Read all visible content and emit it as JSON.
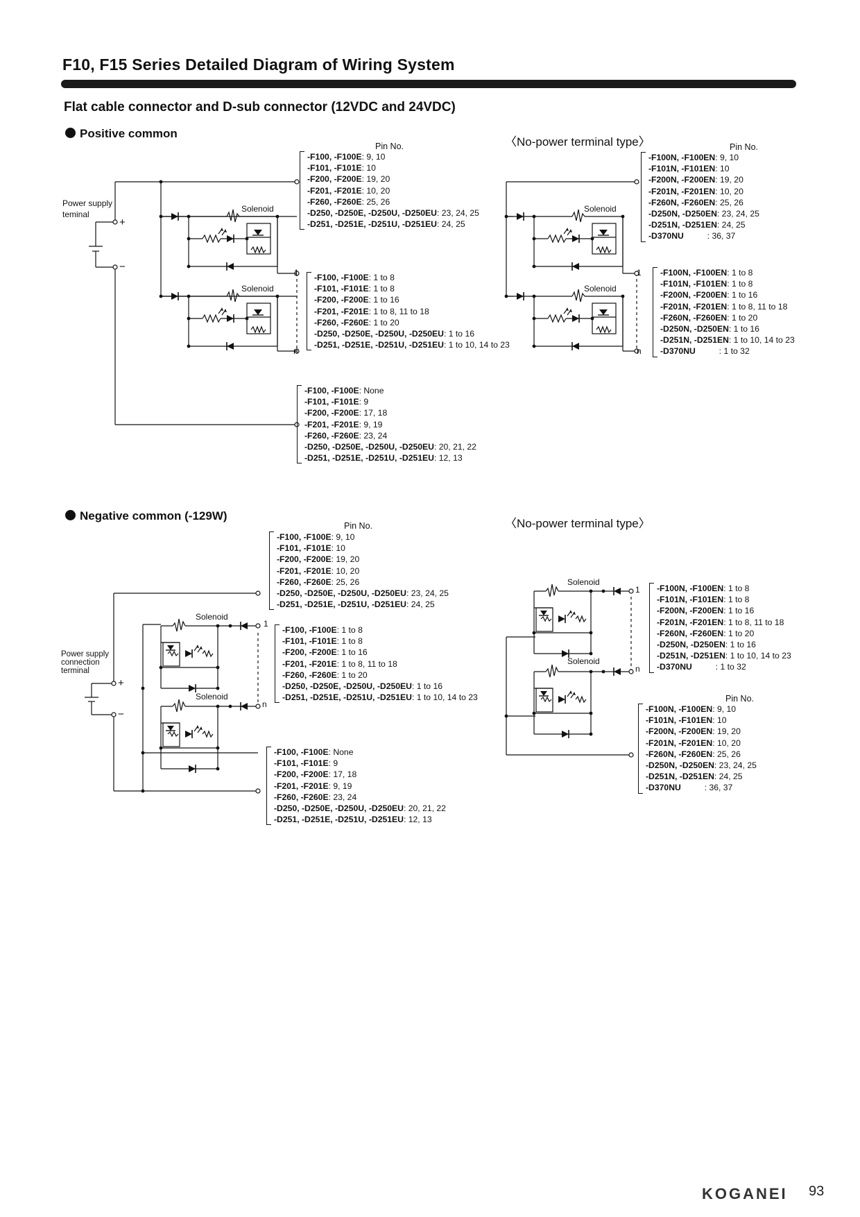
{
  "page": {
    "title": "F10, F15 Series Detailed Diagram of Wiring System",
    "subtitle": "Flat cable connector and D-sub connector (12VDC and 24VDC)",
    "brand": "KOGANEI",
    "page_number": "93"
  },
  "positive": {
    "heading": "Positive common",
    "no_power_heading": "〈No-power terminal type〉",
    "pin_no_label": "Pin No.",
    "supply_label_1": "Power supply",
    "supply_label_2": "teminal",
    "solenoid_label": "Solenoid",
    "plus": "+",
    "minus": "−",
    "term_1": "1",
    "term_n": "n",
    "left_top": [
      {
        "models": "-F100, -F100E",
        "pins": ": 9, 10"
      },
      {
        "models": "-F101, -F101E",
        "pins": ": 10"
      },
      {
        "models": "-F200, -F200E",
        "pins": ": 19, 20"
      },
      {
        "models": "-F201, -F201E",
        "pins": ": 10, 20"
      },
      {
        "models": "-F260, -F260E",
        "pins": ": 25, 26"
      },
      {
        "models": "-D250, -D250E, -D250U, -D250EU",
        "pins": ": 23, 24, 25"
      },
      {
        "models": "-D251, -D251E, -D251U, -D251EU",
        "pins": ": 24, 25"
      }
    ],
    "left_mid": [
      {
        "models": "-F100, -F100E",
        "pins": ": 1 to 8"
      },
      {
        "models": "-F101, -F101E",
        "pins": ": 1 to 8"
      },
      {
        "models": "-F200, -F200E",
        "pins": ": 1 to 16"
      },
      {
        "models": "-F201, -F201E",
        "pins": ": 1 to 8, 11 to 18"
      },
      {
        "models": "-F260, -F260E",
        "pins": ": 1 to 20"
      },
      {
        "models": "-D250, -D250E, -D250U, -D250EU",
        "pins": ": 1 to 16"
      },
      {
        "models": "-D251, -D251E, -D251U, -D251EU",
        "pins": ": 1 to 10, 14 to 23"
      }
    ],
    "left_bottom": [
      {
        "models": "-F100, -F100E",
        "pins": ": None"
      },
      {
        "models": "-F101, -F101E",
        "pins": ": 9"
      },
      {
        "models": "-F200, -F200E",
        "pins": ": 17, 18"
      },
      {
        "models": "-F201, -F201E",
        "pins": ": 9, 19"
      },
      {
        "models": "-F260, -F260E",
        "pins": ": 23, 24"
      },
      {
        "models": "-D250, -D250E, -D250U, -D250EU",
        "pins": ": 20, 21, 22"
      },
      {
        "models": "-D251, -D251E, -D251U, -D251EU",
        "pins": ": 12, 13"
      }
    ],
    "right_top": [
      {
        "models": "-F100N, -F100EN",
        "pins": ": 9, 10"
      },
      {
        "models": "-F101N, -F101EN",
        "pins": ": 10"
      },
      {
        "models": "-F200N, -F200EN",
        "pins": ": 19, 20"
      },
      {
        "models": "-F201N, -F201EN",
        "pins": ": 10, 20"
      },
      {
        "models": "-F260N, -F260EN",
        "pins": ": 25, 26"
      },
      {
        "models": "-D250N, -D250EN",
        "pins": ": 23, 24, 25"
      },
      {
        "models": "-D251N, -D251EN",
        "pins": ": 24, 25"
      },
      {
        "models": "-D370NU",
        "pins": "          : 36, 37"
      }
    ],
    "right_mid": [
      {
        "models": "-F100N, -F100EN",
        "pins": ": 1 to 8"
      },
      {
        "models": "-F101N, -F101EN",
        "pins": ": 1 to 8"
      },
      {
        "models": "-F200N, -F200EN",
        "pins": ": 1 to 16"
      },
      {
        "models": "-F201N, -F201EN",
        "pins": ": 1 to 8, 11 to 18"
      },
      {
        "models": "-F260N, -F260EN",
        "pins": ": 1 to 20"
      },
      {
        "models": "-D250N, -D250EN",
        "pins": ": 1 to 16"
      },
      {
        "models": "-D251N, -D251EN",
        "pins": ": 1 to 10, 14 to 23"
      },
      {
        "models": "-D370NU",
        "pins": "          : 1 to 32"
      }
    ]
  },
  "negative": {
    "heading": "Negative common (-129W)",
    "no_power_heading": "〈No-power terminal type〉",
    "pin_no_label": "Pin No.",
    "supply_label_1": "Power supply",
    "supply_label_2": "connection",
    "supply_label_3": "terminal",
    "solenoid_label": "Solenoid",
    "plus": "+",
    "minus": "−",
    "term_1": "1",
    "term_n": "n",
    "left_top": [
      {
        "models": "-F100, -F100E",
        "pins": ": 9, 10"
      },
      {
        "models": "-F101, -F101E",
        "pins": ": 10"
      },
      {
        "models": "-F200, -F200E",
        "pins": ": 19, 20"
      },
      {
        "models": "-F201, -F201E",
        "pins": ": 10, 20"
      },
      {
        "models": "-F260, -F260E",
        "pins": ": 25, 26"
      },
      {
        "models": "-D250, -D250E, -D250U, -D250EU",
        "pins": ": 23, 24, 25"
      },
      {
        "models": "-D251, -D251E, -D251U, -D251EU",
        "pins": ": 24, 25"
      }
    ],
    "left_mid": [
      {
        "models": "-F100, -F100E",
        "pins": ": 1 to 8"
      },
      {
        "models": "-F101, -F101E",
        "pins": ": 1 to 8"
      },
      {
        "models": "-F200, -F200E",
        "pins": ": 1 to 16"
      },
      {
        "models": "-F201, -F201E",
        "pins": ": 1 to 8, 11 to 18"
      },
      {
        "models": "-F260, -F260E",
        "pins": ": 1 to 20"
      },
      {
        "models": "-D250, -D250E, -D250U, -D250EU",
        "pins": ": 1 to 16"
      },
      {
        "models": "-D251, -D251E, -D251U, -D251EU",
        "pins": ": 1 to 10, 14 to 23"
      }
    ],
    "left_bottom": [
      {
        "models": "-F100, -F100E",
        "pins": ": None"
      },
      {
        "models": "-F101, -F101E",
        "pins": ": 9"
      },
      {
        "models": "-F200, -F200E",
        "pins": ": 17, 18"
      },
      {
        "models": "-F201, -F201E",
        "pins": ": 9, 19"
      },
      {
        "models": "-F260, -F260E",
        "pins": ": 23, 24"
      },
      {
        "models": "-D250, -D250E, -D250U, -D250EU",
        "pins": ": 20, 21, 22"
      },
      {
        "models": "-D251, -D251E, -D251U, -D251EU",
        "pins": ": 12, 13"
      }
    ],
    "right_mid": [
      {
        "models": "-F100N, -F100EN",
        "pins": ": 1 to 8"
      },
      {
        "models": "-F101N, -F101EN",
        "pins": ": 1 to 8"
      },
      {
        "models": "-F200N, -F200EN",
        "pins": ": 1 to 16"
      },
      {
        "models": "-F201N, -F201EN",
        "pins": ": 1 to 8, 11 to 18"
      },
      {
        "models": "-F260N, -F260EN",
        "pins": ": 1 to 20"
      },
      {
        "models": "-D250N, -D250EN",
        "pins": ": 1 to 16"
      },
      {
        "models": "-D251N, -D251EN",
        "pins": ": 1 to 10, 14 to 23"
      },
      {
        "models": "-D370NU",
        "pins": "          : 1 to 32"
      }
    ],
    "right_bottom": [
      {
        "models": "-F100N, -F100EN",
        "pins": ": 9, 10"
      },
      {
        "models": "-F101N, -F101EN",
        "pins": ": 10"
      },
      {
        "models": "-F200N, -F200EN",
        "pins": ": 19, 20"
      },
      {
        "models": "-F201N, -F201EN",
        "pins": ": 10, 20"
      },
      {
        "models": "-F260N, -F260EN",
        "pins": ": 25, 26"
      },
      {
        "models": "-D250N, -D250EN",
        "pins": ": 23, 24, 25"
      },
      {
        "models": "-D251N, -D251EN",
        "pins": ": 24, 25"
      },
      {
        "models": "-D370NU",
        "pins": "          : 36, 37"
      }
    ]
  }
}
